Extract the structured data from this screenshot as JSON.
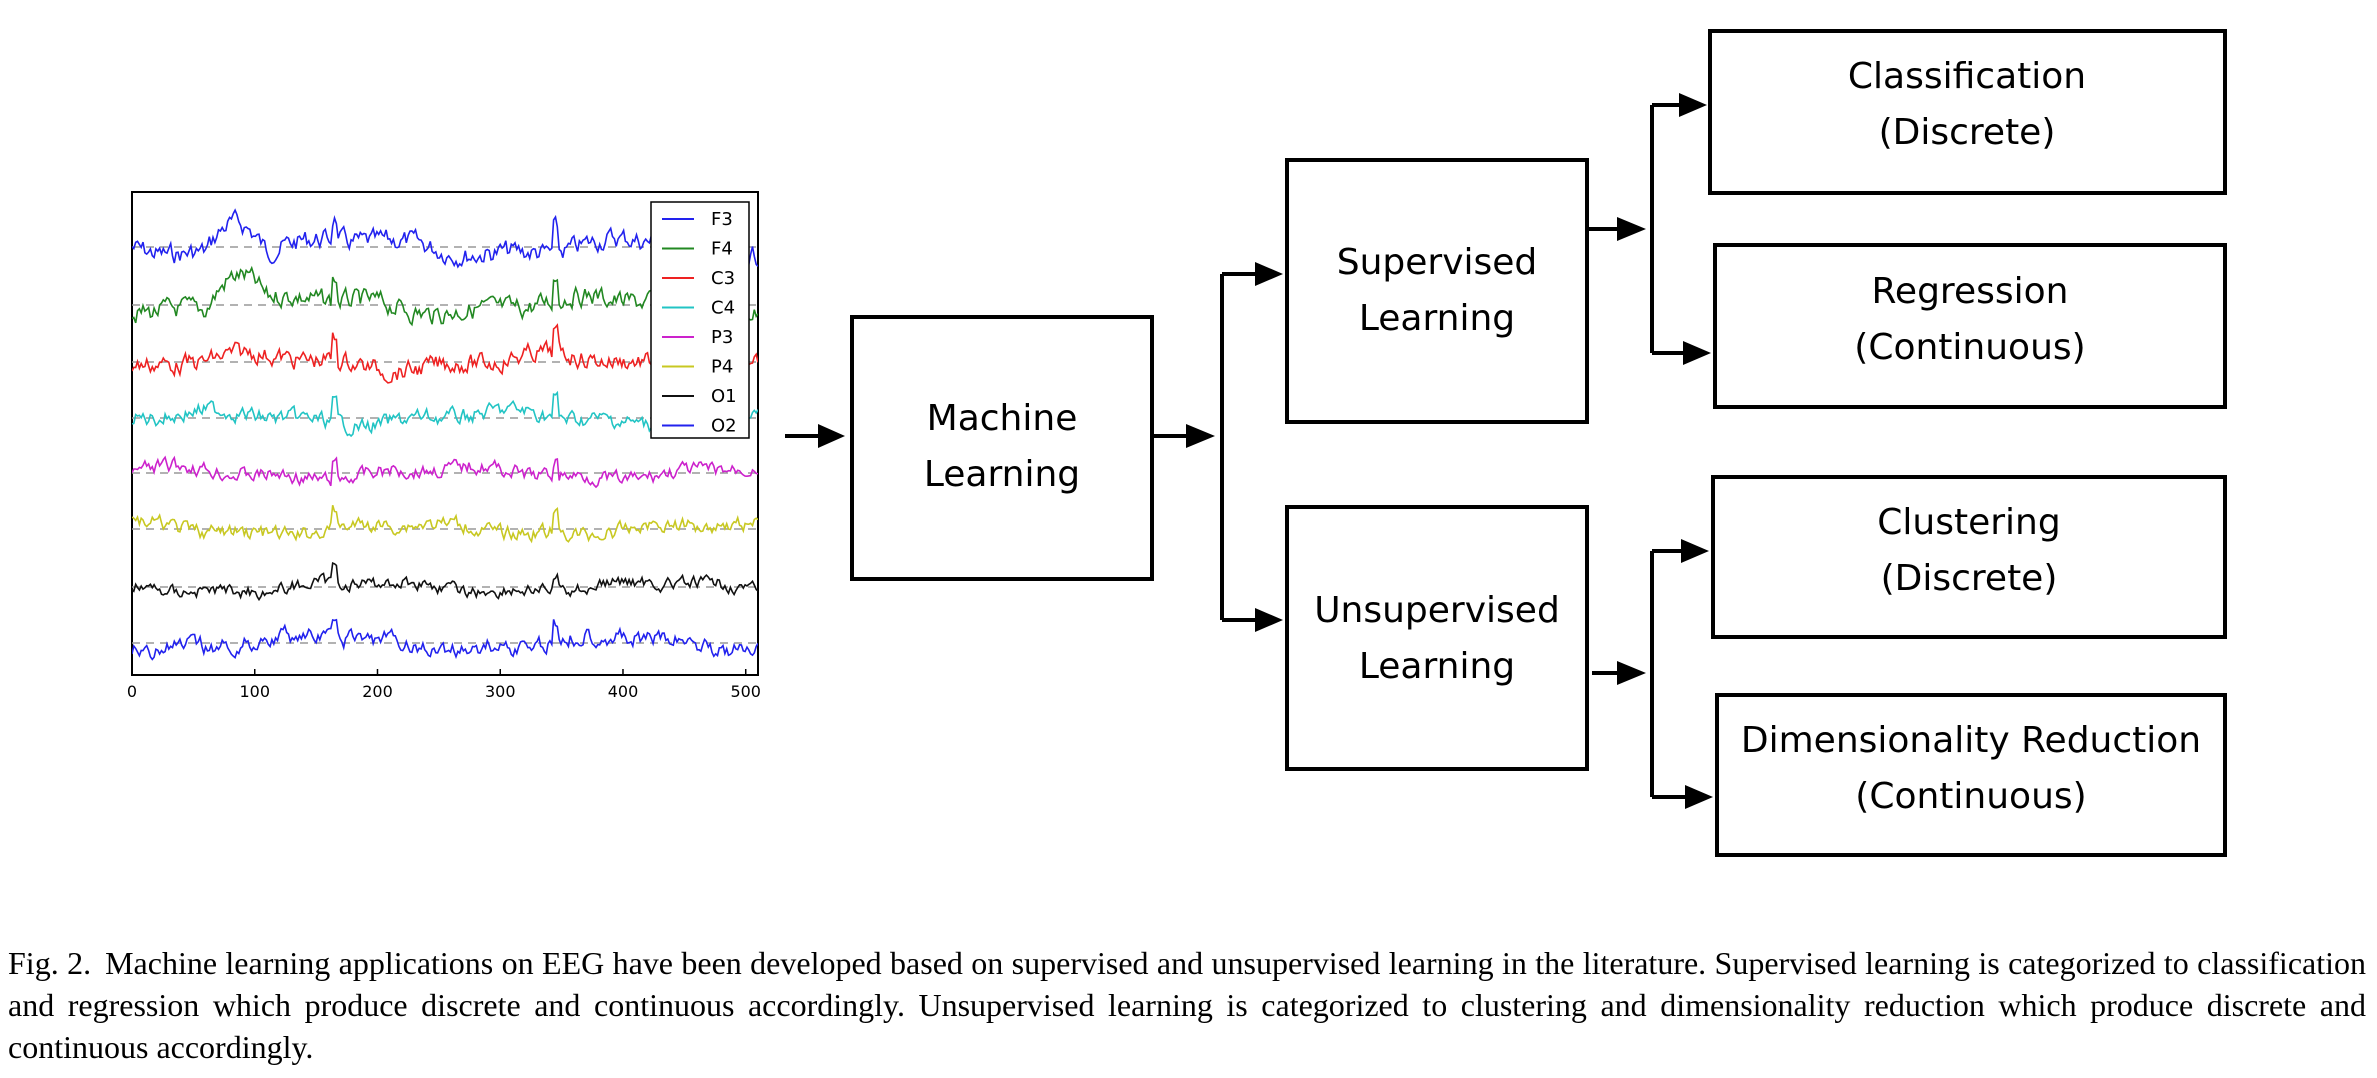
{
  "eeg_plot": {
    "x_ticks": [
      "0",
      "100",
      "200",
      "300",
      "400",
      "500"
    ],
    "x_range": [
      0,
      510
    ],
    "channels": [
      {
        "name": "F3",
        "color": "#2222ee"
      },
      {
        "name": "F4",
        "color": "#228822"
      },
      {
        "name": "C3",
        "color": "#ee2222"
      },
      {
        "name": "C4",
        "color": "#22c4c4"
      },
      {
        "name": "P3",
        "color": "#cc22cc"
      },
      {
        "name": "P4",
        "color": "#c8c822"
      },
      {
        "name": "O1",
        "color": "#111111"
      },
      {
        "name": "O2",
        "color": "#2222ee"
      }
    ]
  },
  "nodes": {
    "machine_learning": [
      "Machine",
      "Learning"
    ],
    "supervised": [
      "Supervised",
      "Learning"
    ],
    "unsupervised": [
      "Unsupervised",
      "Learning"
    ],
    "classification": [
      "Classification",
      "(Discrete)"
    ],
    "regression": [
      "Regression",
      "(Continuous)"
    ],
    "clustering": [
      "Clustering",
      "(Discrete)"
    ],
    "dim_reduction": [
      "Dimensionality Reduction",
      "(Continuous)"
    ]
  },
  "caption": {
    "label": "Fig. 2.",
    "text": "Machine learning applications on EEG have been developed based on supervised and unsupervised learning in the literature. Supervised learning is categorized to classification and regression which produce discrete and continuous accordingly. Unsupervised learning is categorized to clustering and dimensionality reduction which produce discrete and continuous accordingly."
  }
}
